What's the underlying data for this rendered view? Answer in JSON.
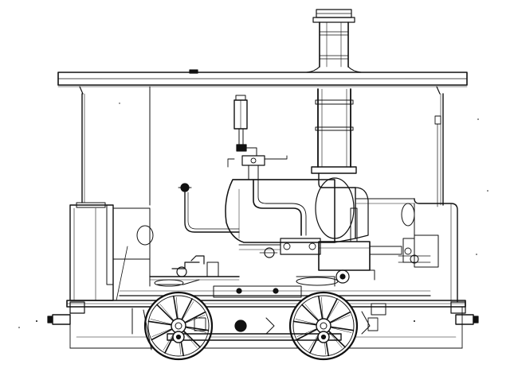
{
  "drawing": {
    "subject": "steam-tram-locomotive-elevation",
    "style": "line-engraving",
    "ink_color": "#111111",
    "paper_color": "#ffffff",
    "wheel_count": 2,
    "spokes_per_wheel": 10
  }
}
